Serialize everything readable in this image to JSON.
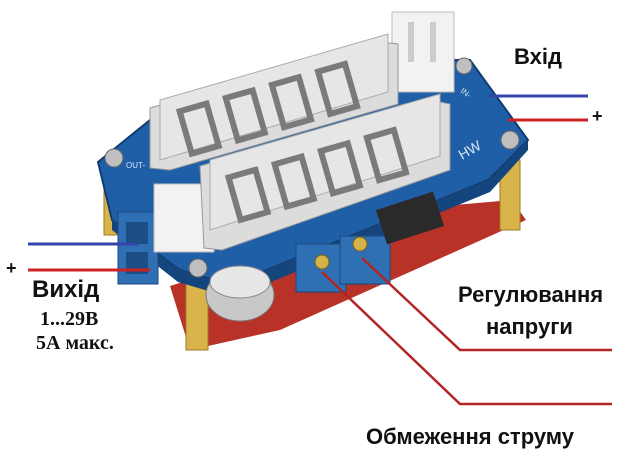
{
  "labels": {
    "input_title": "Вхід",
    "input_plus": "+",
    "output_title": "Вихід",
    "output_plus": "+",
    "output_range": "1...29В",
    "output_current": "5А макс.",
    "voltage_adjust_line1": "Регулювання",
    "voltage_adjust_line2": "напруги",
    "current_limit": "Обмеження струму"
  },
  "board_silkscreen": {
    "brand": "HW",
    "out_marking": "OUT-",
    "in_marking": "IN-"
  },
  "colors": {
    "pcb": "#1f5fa8",
    "display_body": "#d9d9d9",
    "display_segment": "#7a7a7a",
    "terminal": "#2f6fb3",
    "standoff": "#d8b44a",
    "red_board": "#c0392b",
    "positive_wire": "#cc2222",
    "negative_wire": "#3344aa"
  }
}
